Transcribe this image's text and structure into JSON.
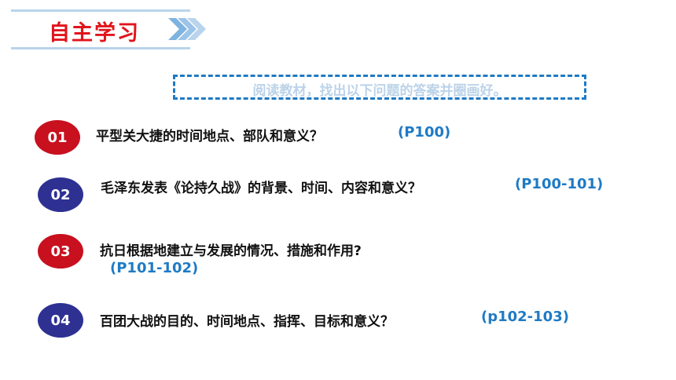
{
  "header": {
    "title": "自主学习",
    "accent_color": "#e1141c",
    "line_color": "#b9d4ec"
  },
  "instruction": "阅读教材，找出以下问题的答案并圈画好。",
  "questions": [
    {
      "num": "01",
      "text": "平型关大捷的时间地点、部队和意义？",
      "page": "(P100)",
      "badge_color": "#c8101f"
    },
    {
      "num": "02",
      "text": "毛泽东发表《论持久战》的背景、时间、内容和意义？",
      "page": "(P100-101)",
      "badge_color": "#2e3192"
    },
    {
      "num": "03",
      "text": "抗日根据地建立与发展的情况、措施和作用?",
      "page": "(P101-102)",
      "badge_color": "#c8101f"
    },
    {
      "num": "04",
      "text": "百团大战的目的、时间地点、指挥、目标和意义？",
      "page": "(p102-103)",
      "badge_color": "#2e3192"
    }
  ],
  "icons": {
    "chevrons": "triple-chevron-right-icon"
  }
}
